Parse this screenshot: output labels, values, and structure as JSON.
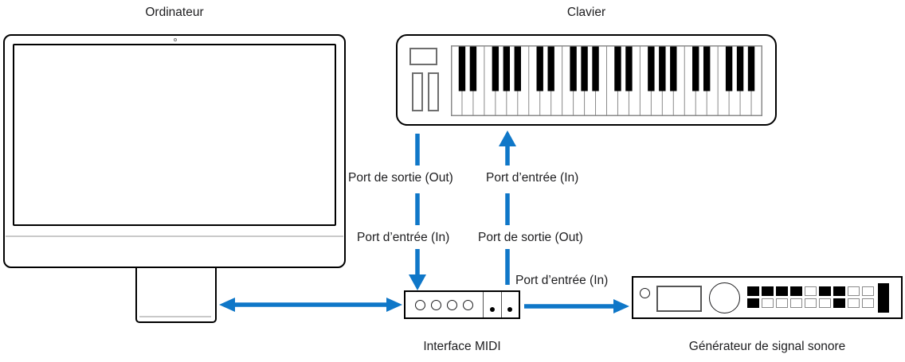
{
  "diagram": {
    "titles": {
      "computer": "Ordinateur",
      "keyboard": "Clavier"
    },
    "captions": {
      "midi_interface": "Interface MIDI",
      "sound_generator": "Générateur de signal sonore"
    },
    "port_labels": {
      "row1_left": "Port de sortie (Out)",
      "row1_right": "Port d’entrée (In)",
      "row2_left": "Port d’entrée (In)",
      "row2_right": "Port de sortie (Out)",
      "row3": "Port d’entrée (In)"
    },
    "colors": {
      "arrow": "#0f77c8",
      "outline": "#000000",
      "text": "#1d1d1f",
      "accent_gray": "#c9c9c9"
    },
    "figures": {
      "keyboard": {
        "white_keys": 28,
        "black_after_positions": [
          0,
          1,
          3,
          4,
          5
        ]
      },
      "midi_interface": {
        "ring_ports": 4,
        "dot_ports": 2
      },
      "sound_generator": {
        "button_rows": [
          [
            1,
            1,
            1,
            1,
            0,
            1,
            1,
            0,
            0
          ],
          [
            1,
            0,
            0,
            0,
            0,
            0,
            1,
            0,
            0
          ]
        ]
      }
    }
  }
}
